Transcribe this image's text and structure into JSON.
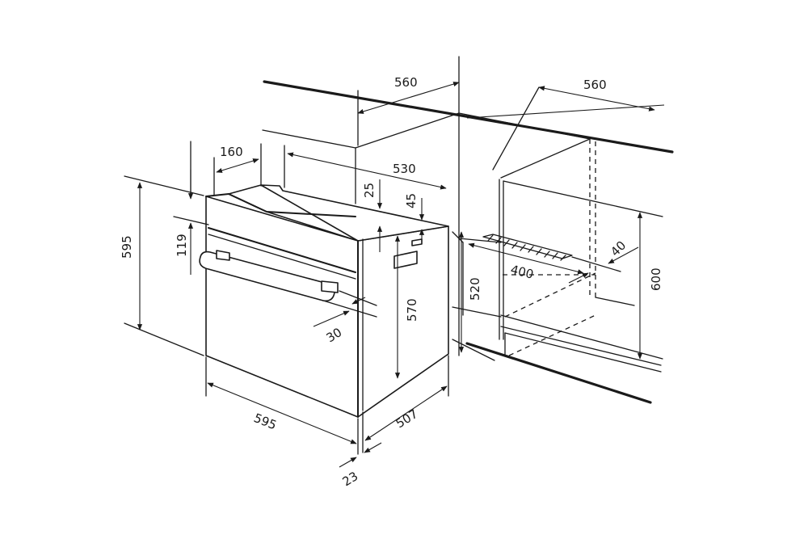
{
  "dimensions": {
    "cabinet_width_upper": "560",
    "cabinet_width_right": "560",
    "oven_top_depth": "530",
    "back_offset": "160",
    "top_gap": "25",
    "vent_height": "45",
    "panel_height": "119",
    "oven_height": "595",
    "oven_width": "595",
    "oven_depth": "507",
    "front_thickness": "23",
    "handle_projection": "30",
    "body_height": "570",
    "niche_height": "520",
    "cutout_width": "400",
    "cutout_depth": "40",
    "cabinet_height": "600"
  }
}
